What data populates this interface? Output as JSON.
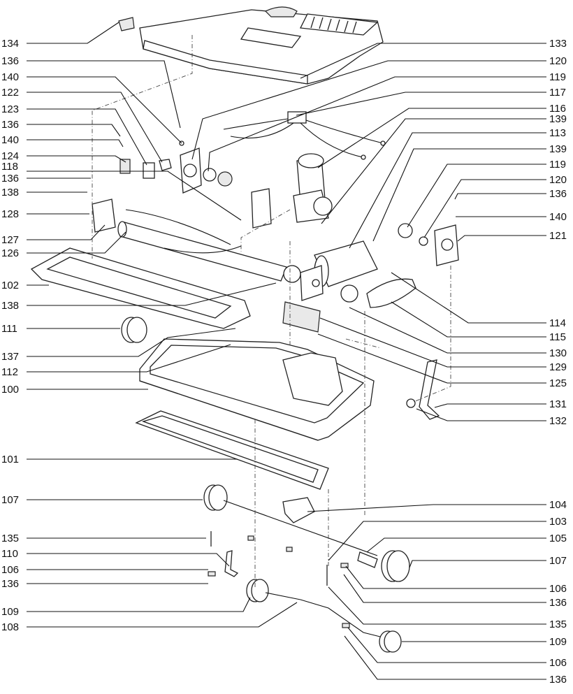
{
  "labels_left": [
    "134",
    "136",
    "140",
    "122",
    "123",
    "136",
    "140",
    "124",
    "118",
    "136",
    "138",
    "128",
    "127",
    "126",
    "102",
    "138",
    "111",
    "137",
    "112",
    "100",
    "101",
    "107",
    "135",
    "110",
    "106",
    "136",
    "109",
    "108"
  ],
  "labels_right": [
    "133",
    "120",
    "119",
    "117",
    "116",
    "139",
    "113",
    "139",
    "119",
    "120",
    "136",
    "140",
    "121",
    "114",
    "115",
    "130",
    "129",
    "125",
    "131",
    "132",
    "104",
    "103",
    "105",
    "107",
    "106",
    "136",
    "135",
    "109",
    "106",
    "136"
  ]
}
